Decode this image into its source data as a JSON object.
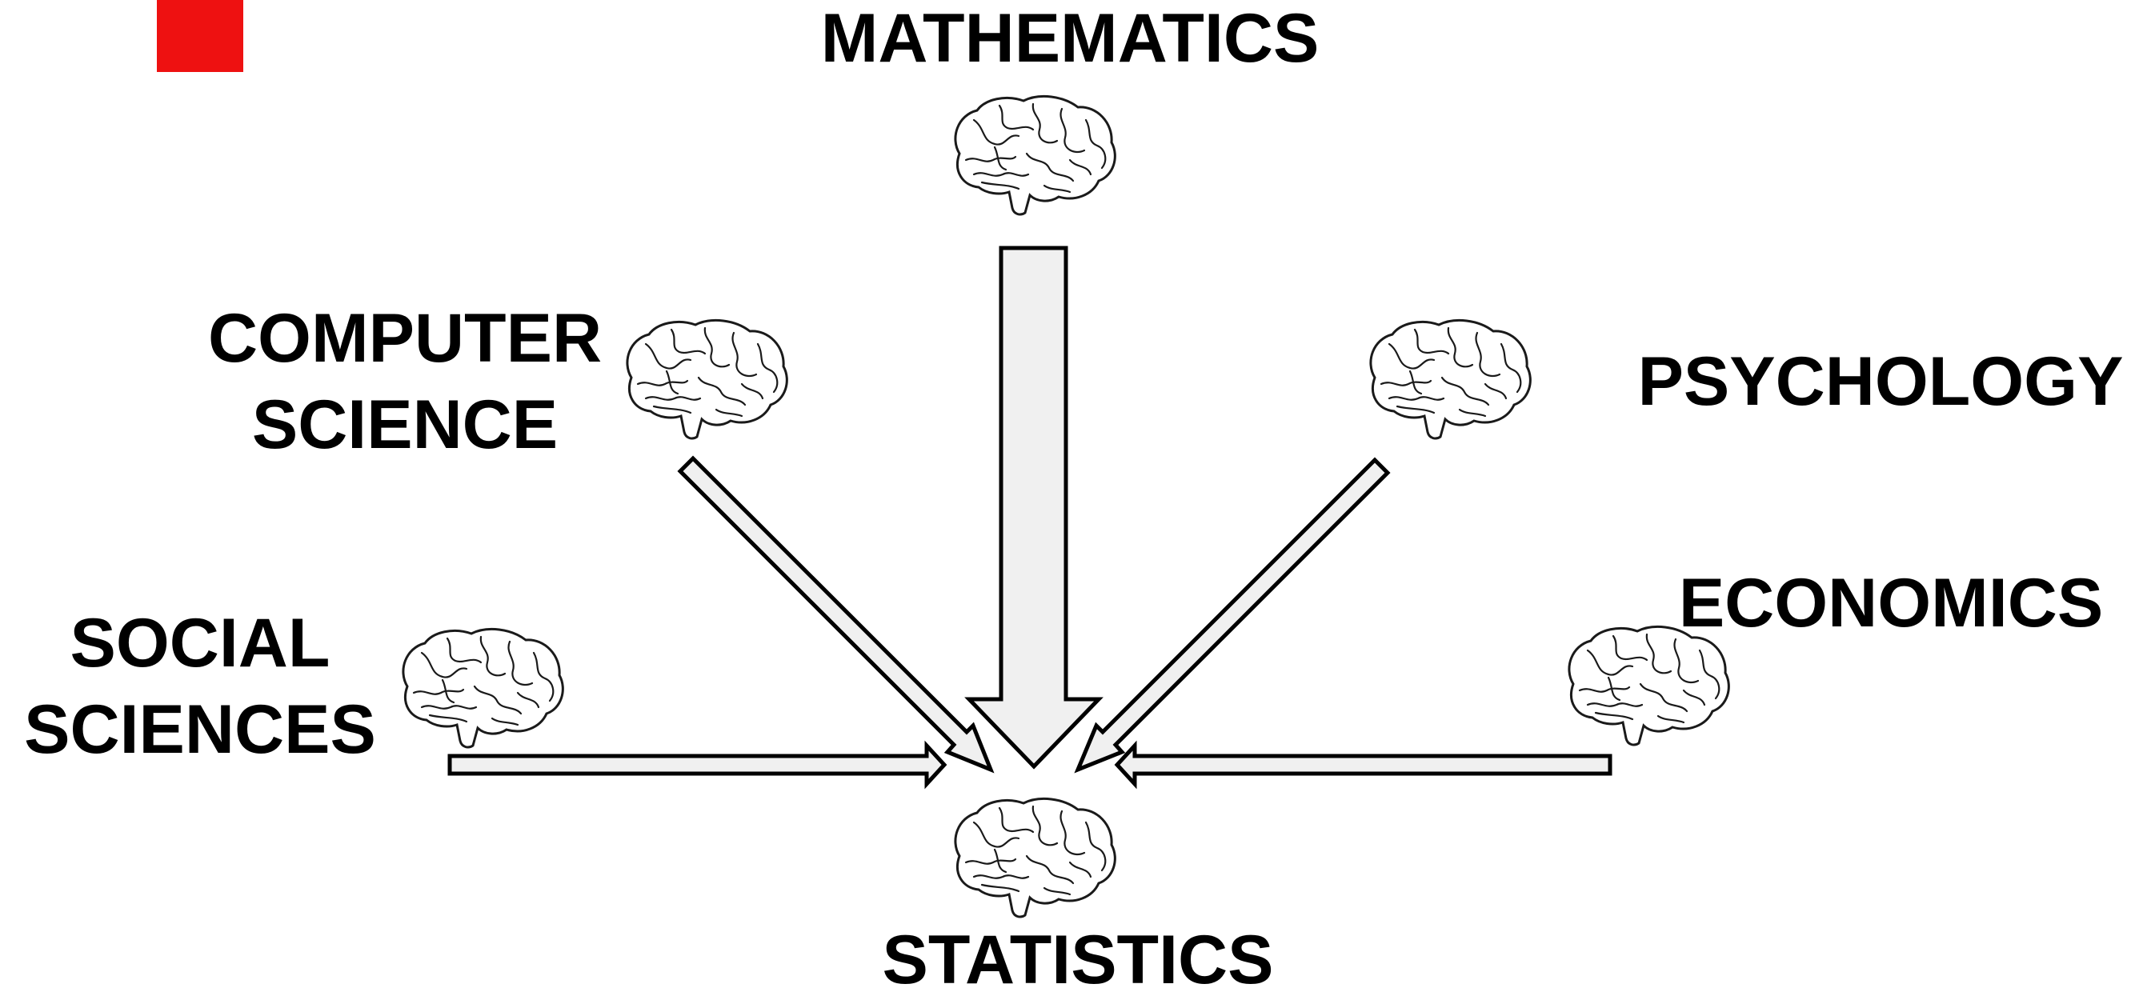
{
  "accent_color": "#ee1111",
  "nodes": {
    "mathematics": "MATHEMATICS",
    "computer_science": [
      "COMPUTER",
      "SCIENCE"
    ],
    "psychology": "PSYCHOLOGY",
    "social_sciences": [
      "SOCIAL",
      "SCIENCES"
    ],
    "economics": "ECONOMICS",
    "statistics": "STATISTICS"
  },
  "icons": {
    "node": "brain-icon"
  },
  "edges": [
    {
      "from": "MATHEMATICS",
      "to": "STATISTICS"
    },
    {
      "from": "COMPUTER SCIENCE",
      "to": "STATISTICS"
    },
    {
      "from": "PSYCHOLOGY",
      "to": "STATISTICS"
    },
    {
      "from": "SOCIAL SCIENCES",
      "to": "STATISTICS"
    },
    {
      "from": "ECONOMICS",
      "to": "STATISTICS"
    }
  ]
}
